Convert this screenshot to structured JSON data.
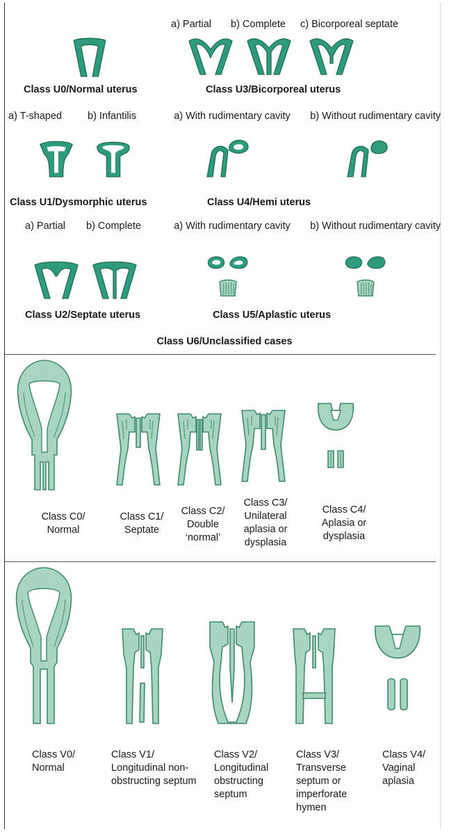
{
  "u_section": {
    "u0": {
      "title": "Class U0/Normal uterus"
    },
    "u3": {
      "sub_a": "a) Partial",
      "sub_b": "b) Complete",
      "sub_c": "c) Bicorporeal septate",
      "title": "Class U3/Bicorporeal uterus"
    },
    "u1": {
      "sub_a": "a) T-shaped",
      "sub_b": "b) Infantilis",
      "title": "Class U1/Dysmorphic uterus"
    },
    "u4": {
      "sub_a": "a) With rudimentary cavity",
      "sub_b": "b) Without rudimentary cavity",
      "title": "Class U4/Hemi uterus"
    },
    "u2": {
      "sub_a": "a) Partial",
      "sub_b": "b) Complete",
      "title": "Class U2/Septate uterus"
    },
    "u5": {
      "sub_a": "a) With rudimentary cavity",
      "sub_b": "b) Without rudimentary cavity",
      "title": "Class U5/Aplastic uterus"
    },
    "u6": {
      "title": "Class U6/Unclassified cases"
    }
  },
  "c_section": {
    "c0": "Class C0/ Normal",
    "c1": "Class C1/ Septate",
    "c2": "Class C2/ Double ‘normal’",
    "c3": "Class C3/ Unilateral aplasia or dysplasia",
    "c4": "Class C4/ Aplasia or dysplasia"
  },
  "v_section": {
    "v0": "Class V0/ Normal",
    "v1": "Class V1/ Longitudinal non-obstructing septum",
    "v2": "Class V2/ Longitudinal obstructing septum",
    "v3": "Class V3/ Transverse septum or imperforate hymen",
    "v4": "Class V4/ Vaginal aplasia"
  },
  "colors": {
    "uterus_fill": "#2e9c7c",
    "cervix_fill": "#a8d4c2",
    "outline": "#3f8a6f"
  }
}
